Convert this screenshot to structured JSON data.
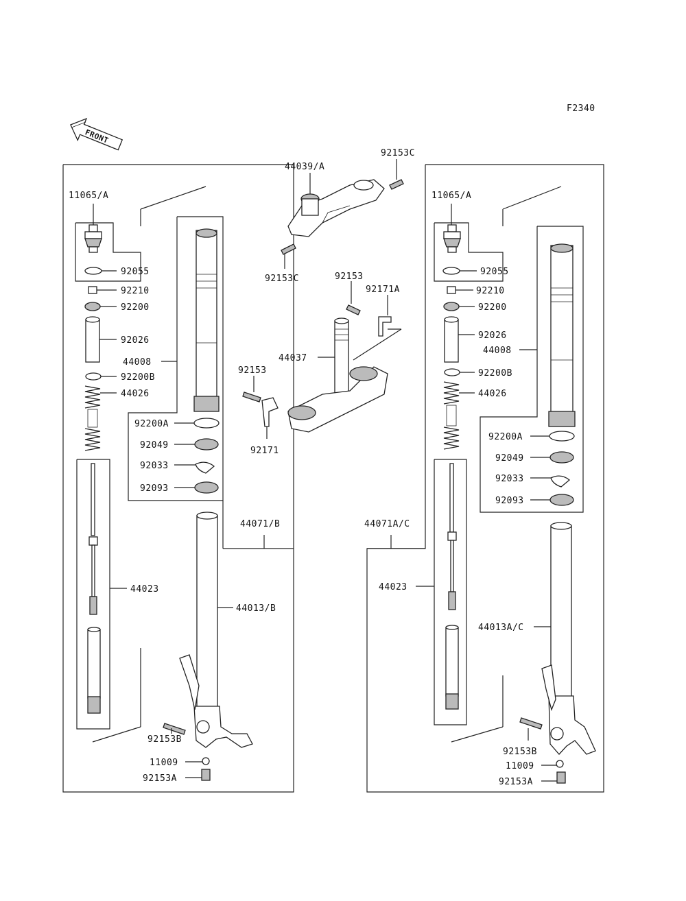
{
  "diagram_code": "F2340",
  "front_label": "FRONT",
  "left": {
    "cap": "11065/A",
    "oring": "92055",
    "nut": "92210",
    "washer": "92200",
    "spacer": "92026",
    "tube": "44008",
    "washer_b": "92200B",
    "spring": "44026",
    "washer_a": "92200A",
    "seal": "92049",
    "clip": "92033",
    "dust_seal": "92093",
    "assembly": "44071/B",
    "damper_rod": "44023",
    "outer_tube": "44013/B",
    "bolt_b": "92153B",
    "gasket": "11009",
    "bolt_a": "92153A"
  },
  "right": {
    "cap": "11065/A",
    "oring": "92055",
    "nut": "92210",
    "washer": "92200",
    "spacer": "92026",
    "tube": "44008",
    "washer_b": "92200B",
    "spring": "44026",
    "washer_a": "92200A",
    "seal": "92049",
    "clip": "92033",
    "dust_seal": "92093",
    "assembly": "44071A/C",
    "damper_rod": "44023",
    "outer_tube": "44013A/C",
    "bolt_b": "92153B",
    "gasket": "11009",
    "bolt_a": "92153A"
  },
  "center": {
    "bolt_top": "92153C",
    "upper_bracket": "44039/A",
    "bolt_bottom": "92153C",
    "bolt_1": "92153",
    "clamp_a": "92171A",
    "stem": "44037",
    "bolt_2": "92153",
    "clamp": "92171"
  }
}
